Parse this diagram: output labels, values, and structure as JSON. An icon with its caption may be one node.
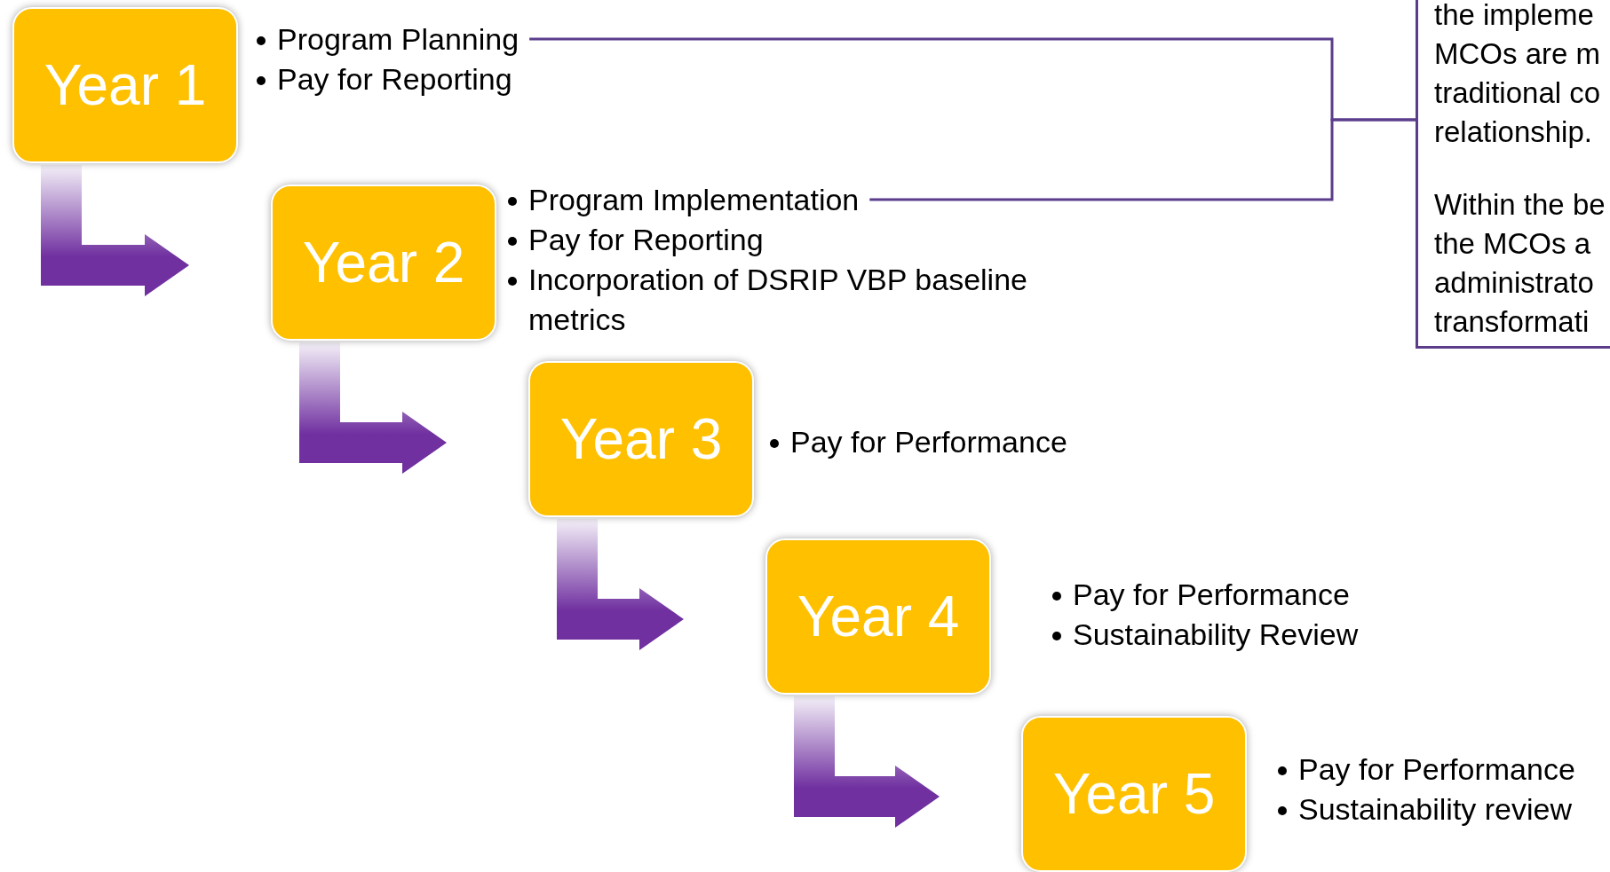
{
  "diagram": {
    "nodes": [
      {
        "text": [
          "Year 1"
        ]
      },
      {
        "text": [
          "Program Planning",
          "Pay for Reporting"
        ]
      },
      {
        "text": [
          "Year 2"
        ]
      },
      {
        "text": [
          "Program Implementation",
          "Pay for Reporting",
          "Incorporation of DSRIP VBP baseline metrics"
        ]
      },
      {
        "text": [
          "Year 3"
        ],
        "beside": [
          "Pay for Performance"
        ]
      },
      {
        "text": [
          "Year 4"
        ],
        "beside": [
          "Pay for Performance",
          "Sustainability Review"
        ]
      },
      {
        "text": [
          "Year 5"
        ],
        "beside": [
          "Pay for Performance",
          "Sustainability review"
        ]
      },
      {
        "text": [
          "the impleme MCOs are m traditional co relationship.",
          "Within the be the MCOs a administrato transformati"
        ]
      }
    ],
    "edges": [
      {
        "from": 0,
        "to": 2,
        "arrow": "to",
        "style": "thick"
      },
      {
        "from": 2,
        "to": 4,
        "arrow": "to",
        "style": "thick"
      },
      {
        "from": 4,
        "to": 5,
        "arrow": "to",
        "style": "thick"
      },
      {
        "from": 5,
        "to": 6,
        "arrow": "to",
        "style": "thick"
      },
      {
        "from": 1,
        "to": 7,
        "arrow": "none",
        "color": "#5b3d8c"
      },
      {
        "from": 3,
        "to": 7,
        "arrow": "none",
        "color": "#5b3d8c"
      }
    ]
  }
}
